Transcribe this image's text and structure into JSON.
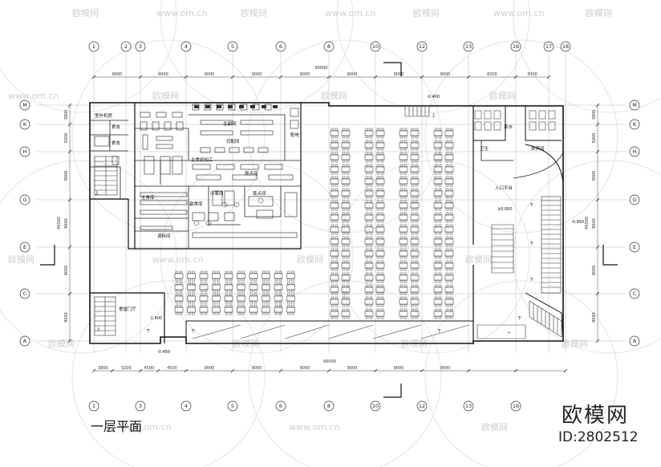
{
  "drawing": {
    "title": "一层平面",
    "brand": "欧模网",
    "image_id": "ID:2802512",
    "watermark_url": "www.om.cn",
    "watermark_logo": "欧模网"
  },
  "grid": {
    "cols_top": [
      "1",
      "2",
      "3",
      "4",
      "5",
      "6",
      "8",
      "10",
      "12",
      "13",
      "16",
      "17",
      "18"
    ],
    "cols_bottom": [
      "1",
      "3",
      "4",
      "5",
      "6",
      "8",
      "10",
      "12",
      "13",
      "16"
    ],
    "rows": [
      "M",
      "K",
      "H",
      "G",
      "E",
      "C",
      "A"
    ],
    "dims_top": [
      "9000",
      "9000",
      "9000",
      "9000",
      "9000",
      "9000",
      "9000",
      "9000",
      "6000",
      "3000"
    ],
    "total_top": "90000",
    "dims_bottom": [
      "3800",
      "5200",
      "4500",
      "4500",
      "9000",
      "9000",
      "9000",
      "9000",
      "9000",
      "9000"
    ],
    "total_bottom": "90000",
    "dims_left": [
      "3800",
      "5000",
      "9000",
      "9000",
      "9000",
      "9000"
    ],
    "total_left": "45000",
    "dims_right": [
      "3800",
      "5000",
      "9000",
      "9000",
      "9000",
      "9000"
    ],
    "total_right": "45000"
  },
  "rooms": {
    "r1": "室外机房",
    "r2": "更衣",
    "r3": "更衣",
    "r4": "主副间",
    "r5": "切配间",
    "r6": "主食初加工",
    "r7": "面点间",
    "r8": "冷荤间",
    "r9": "蒸点间",
    "r10": "副食库",
    "r11": "主食库",
    "r12": "调料间",
    "r13": "食堂门厅",
    "r14": "配电",
    "r15": "卫生",
    "r16": "入口平台",
    "r17": "贵宾间",
    "r18": "茶水"
  },
  "levels": {
    "l1": "-0.400",
    "l2": "±0.000",
    "l3": "-0.450",
    "l4": "-1.600",
    "l5": "-0.450"
  },
  "marks": {
    "down": "下",
    "up": "上",
    "arrow": "→"
  }
}
